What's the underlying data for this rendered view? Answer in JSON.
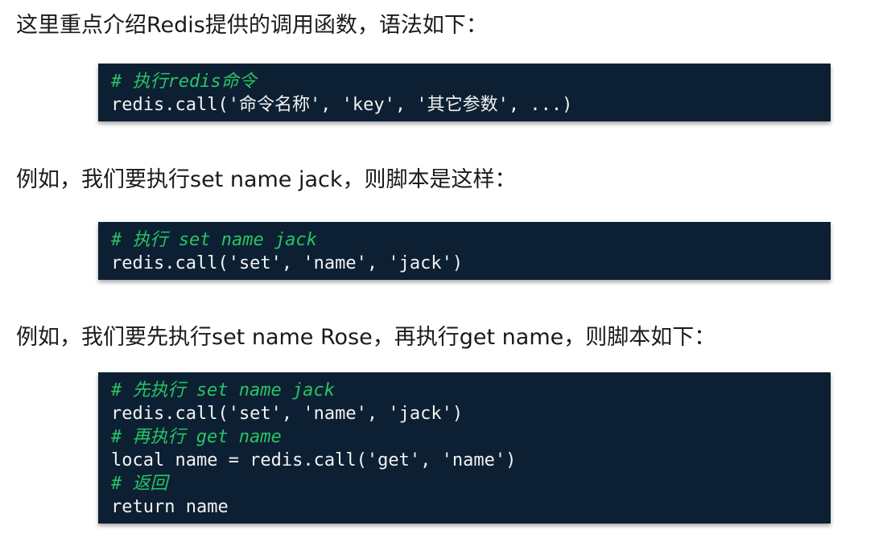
{
  "paragraphs": [
    "这里重点介绍Redis提供的调用函数，语法如下：",
    "例如，我们要执行set name jack，则脚本是这样：",
    "例如，我们要先执行set name Rose，再执行get name，则脚本如下："
  ],
  "code_blocks": [
    {
      "lines": [
        {
          "type": "comment",
          "text": "# 执行redis命令"
        },
        {
          "type": "code",
          "text": "redis.call('命令名称', 'key', '其它参数', ...)"
        }
      ]
    },
    {
      "lines": [
        {
          "type": "comment",
          "text": "# 执行 set name jack"
        },
        {
          "type": "code",
          "text": "redis.call('set', 'name', 'jack')"
        }
      ]
    },
    {
      "lines": [
        {
          "type": "comment",
          "text": "# 先执行 set name jack"
        },
        {
          "type": "code",
          "text": "redis.call('set', 'name', 'jack')"
        },
        {
          "type": "comment",
          "text": "# 再执行 get name"
        },
        {
          "type": "code",
          "text": "local name = redis.call('get', 'name')"
        },
        {
          "type": "comment",
          "text": "# 返回"
        },
        {
          "type": "code",
          "text": "return name"
        }
      ]
    }
  ],
  "colors": {
    "code_background": "#0d2033",
    "code_text": "#f2f2f2",
    "comment": "#27c464"
  }
}
